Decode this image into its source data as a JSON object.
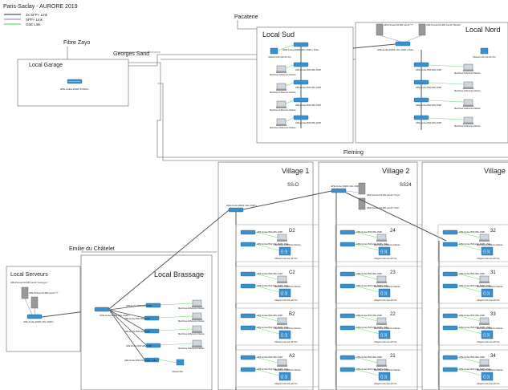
{
  "title": "Paris-Saclay - AURORE 2019",
  "legend": [
    {
      "label": "2x SFP+ Link",
      "color": "#555555"
    },
    {
      "label": "SFP+ Link",
      "color": "#9999cc"
    },
    {
      "label": "GbE Link",
      "color": "#66dd66"
    }
  ],
  "labels": {
    "fibre_zayo": "Fibre Zayo",
    "georges_sand": "Georges Sand",
    "pacaterie": "Pacaterie",
    "fleming": "Fleming",
    "emilie": "Emilie du Châtelet"
  },
  "zones": {
    "garage": {
      "title": "Local Garage",
      "switch": "HPE Aruba 2930F 10SFP+"
    },
    "sud": {
      "title": "Local Sud",
      "core": "HPE Aruba 2930F 24G 4SFP+ PoE+",
      "ap": "Ubiquiti UniFi AP-AC Pro"
    },
    "nord": {
      "title": "Local Nord",
      "core": "HPE Aruba 2930F 24G 4SFP+ PoE+",
      "server1": "HPE ProLiant DL380 Gen10 \"T\"",
      "server2": "HPE ProLiant DL380 Gen10 \"Bender\"",
      "ap": "Ubiquiti UniFi AP-AC Pro"
    },
    "v1": {
      "title": "Village 1",
      "sub": "SS-D",
      "core": "HPE Aruba 2930F 24G 4SFP+",
      "floors": [
        "D2",
        "C2",
        "B2",
        "A2"
      ]
    },
    "v2": {
      "title": "Village 2",
      "sub": "SS24",
      "core": "HPE Aruba 2930F 24G 4SFP+",
      "server1": "HPE ProLiant DL360 Gen10 \"Freya\"",
      "server2": "HPE ProLiant DL360 Gen10 \"Odin\"",
      "floors": [
        "24",
        "23",
        "22",
        "21"
      ]
    },
    "v3": {
      "title": "Village",
      "floors": [
        "32",
        "31",
        "33",
        "34"
      ]
    },
    "serveurs": {
      "title": "Local Serveurs",
      "server1": "HPE ProLiant DL380 Gen10 \"Lestrygon\"",
      "server2": "HPE ProLiant DL380 Gen10 \"T\"",
      "switch": "HPE Aruba 2930F 24G 4SFP+"
    },
    "brassage": {
      "title": "Local Brassage",
      "core": "HPE Aruba 2930F 24G 4SFP+",
      "wifi": "Ubiquiti Wifi"
    }
  },
  "devices": {
    "access_switch": "HPE Aruba 2530 48G 4SFP",
    "poe_switch": "HPE Aruba 2540 24G 4SFP+ PoE+",
    "machines": "Machines Adhérents Filaires",
    "ap": "Ubiquiti UniFi AC-AP Pro"
  }
}
